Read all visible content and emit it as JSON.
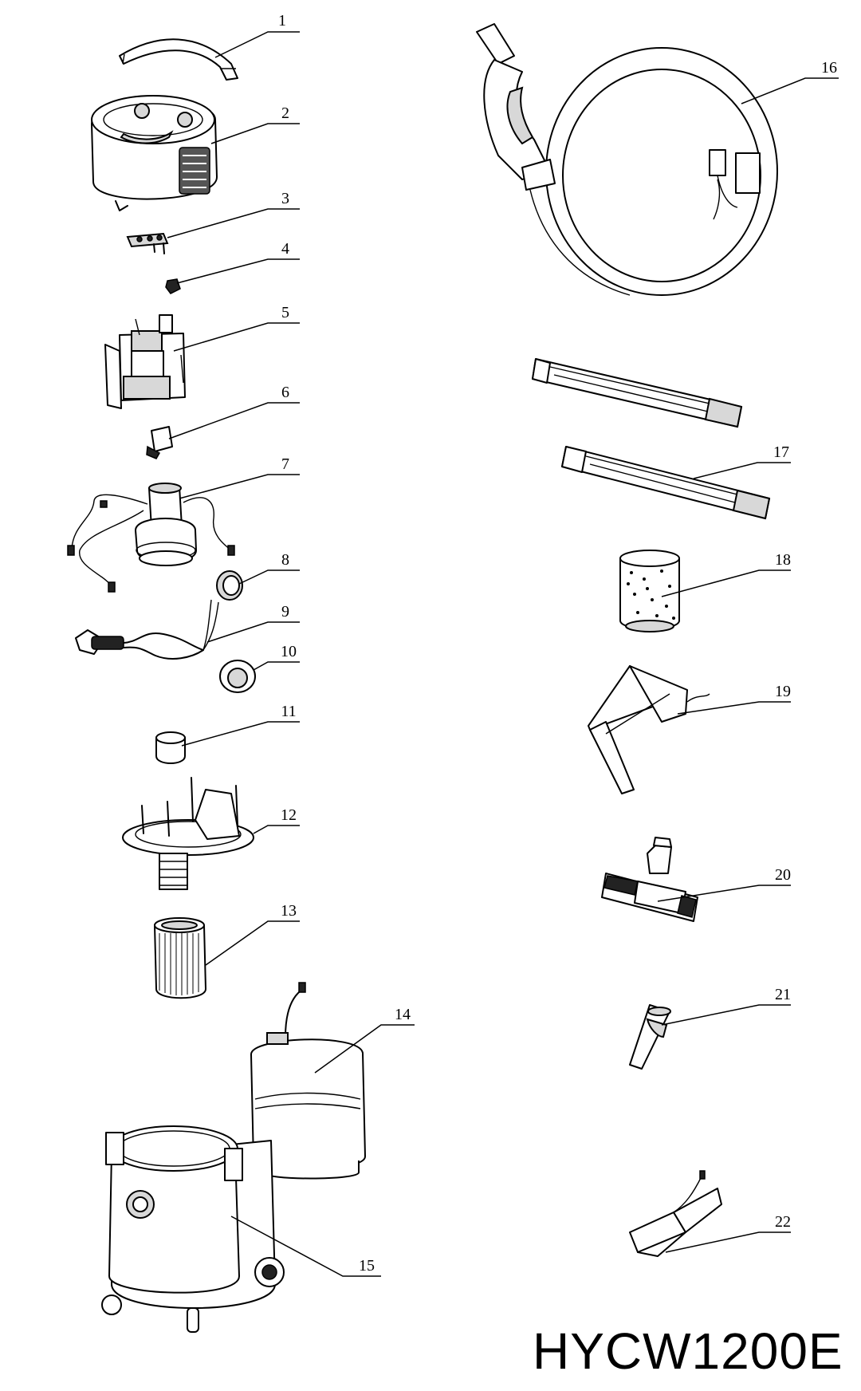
{
  "model": "HYCW1200E",
  "parts": [
    {
      "id": "1",
      "label": "1"
    },
    {
      "id": "2",
      "label": "2"
    },
    {
      "id": "3",
      "label": "3"
    },
    {
      "id": "4",
      "label": "4"
    },
    {
      "id": "5",
      "label": "5"
    },
    {
      "id": "6",
      "label": "6"
    },
    {
      "id": "7",
      "label": "7"
    },
    {
      "id": "8",
      "label": "8"
    },
    {
      "id": "9",
      "label": "9"
    },
    {
      "id": "10",
      "label": "10"
    },
    {
      "id": "11",
      "label": "11"
    },
    {
      "id": "12",
      "label": "12"
    },
    {
      "id": "13",
      "label": "13"
    },
    {
      "id": "14",
      "label": "14"
    },
    {
      "id": "15",
      "label": "15"
    },
    {
      "id": "16",
      "label": "16"
    },
    {
      "id": "17",
      "label": "17"
    },
    {
      "id": "18",
      "label": "18"
    },
    {
      "id": "19",
      "label": "19"
    },
    {
      "id": "20",
      "label": "20"
    },
    {
      "id": "21",
      "label": "21"
    },
    {
      "id": "22",
      "label": "22"
    }
  ]
}
